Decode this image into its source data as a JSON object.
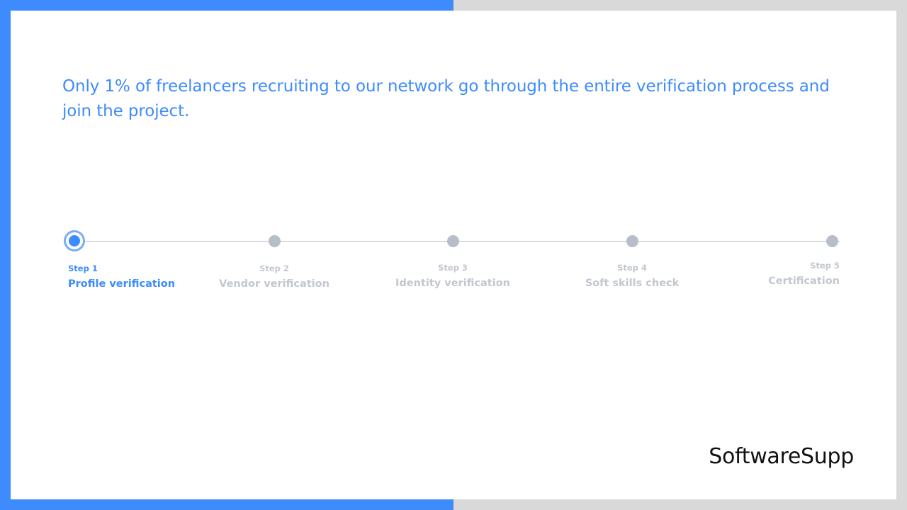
{
  "headline": "Only 1% of freelancers recruiting to our network go through the entire verification process and join the project.",
  "steps": [
    {
      "number": "Step 1",
      "title": "Profile verification"
    },
    {
      "number": "Step 2",
      "title": "Vendor verification"
    },
    {
      "number": "Step 3",
      "title": "Identity verification"
    },
    {
      "number": "Step 4",
      "title": "Soft skills check"
    },
    {
      "number": "Step 5",
      "title": "Certification"
    }
  ],
  "current_step": 1,
  "brand": "SoftwareSupp",
  "colors": {
    "accent": "#3d8bfd",
    "inactive": "#b8bec8",
    "frame_right": "#d9d9d9"
  }
}
